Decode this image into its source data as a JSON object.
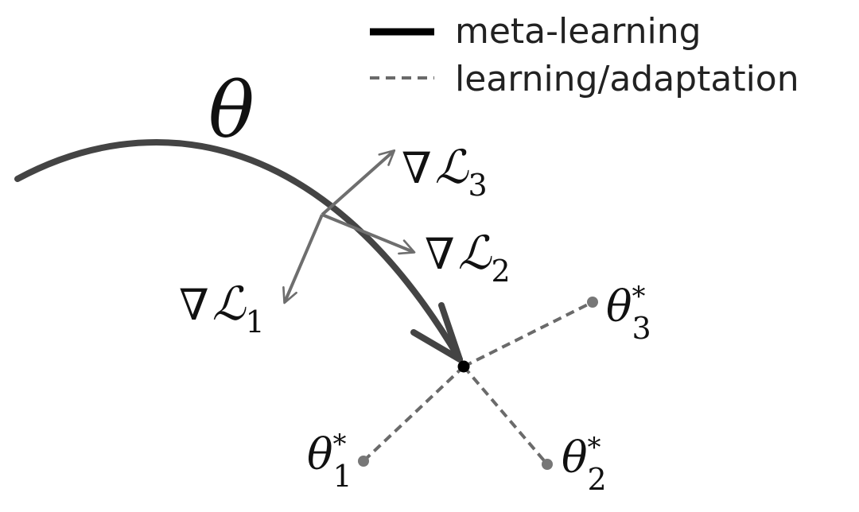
{
  "legend": {
    "meta_learning": "meta-learning",
    "learning_adaptation": "learning/adaptation"
  },
  "meta_path": {
    "label": "θ"
  },
  "gradients": [
    {
      "symbol": "∇",
      "loss": "ℒ",
      "sub": "1"
    },
    {
      "symbol": "∇",
      "loss": "ℒ",
      "sub": "2"
    },
    {
      "symbol": "∇",
      "loss": "ℒ",
      "sub": "3"
    }
  ],
  "optima": [
    {
      "symbol": "θ",
      "sup": "*",
      "sub": "1"
    },
    {
      "symbol": "θ",
      "sup": "*",
      "sub": "2"
    },
    {
      "symbol": "θ",
      "sup": "*",
      "sub": "3"
    }
  ],
  "colors": {
    "meta_path": "#444444",
    "gradient_arrows": "#6e6e6e",
    "adaptation_lines": "#6a6a6a",
    "points": "#777777",
    "meta_point": "#000000"
  }
}
